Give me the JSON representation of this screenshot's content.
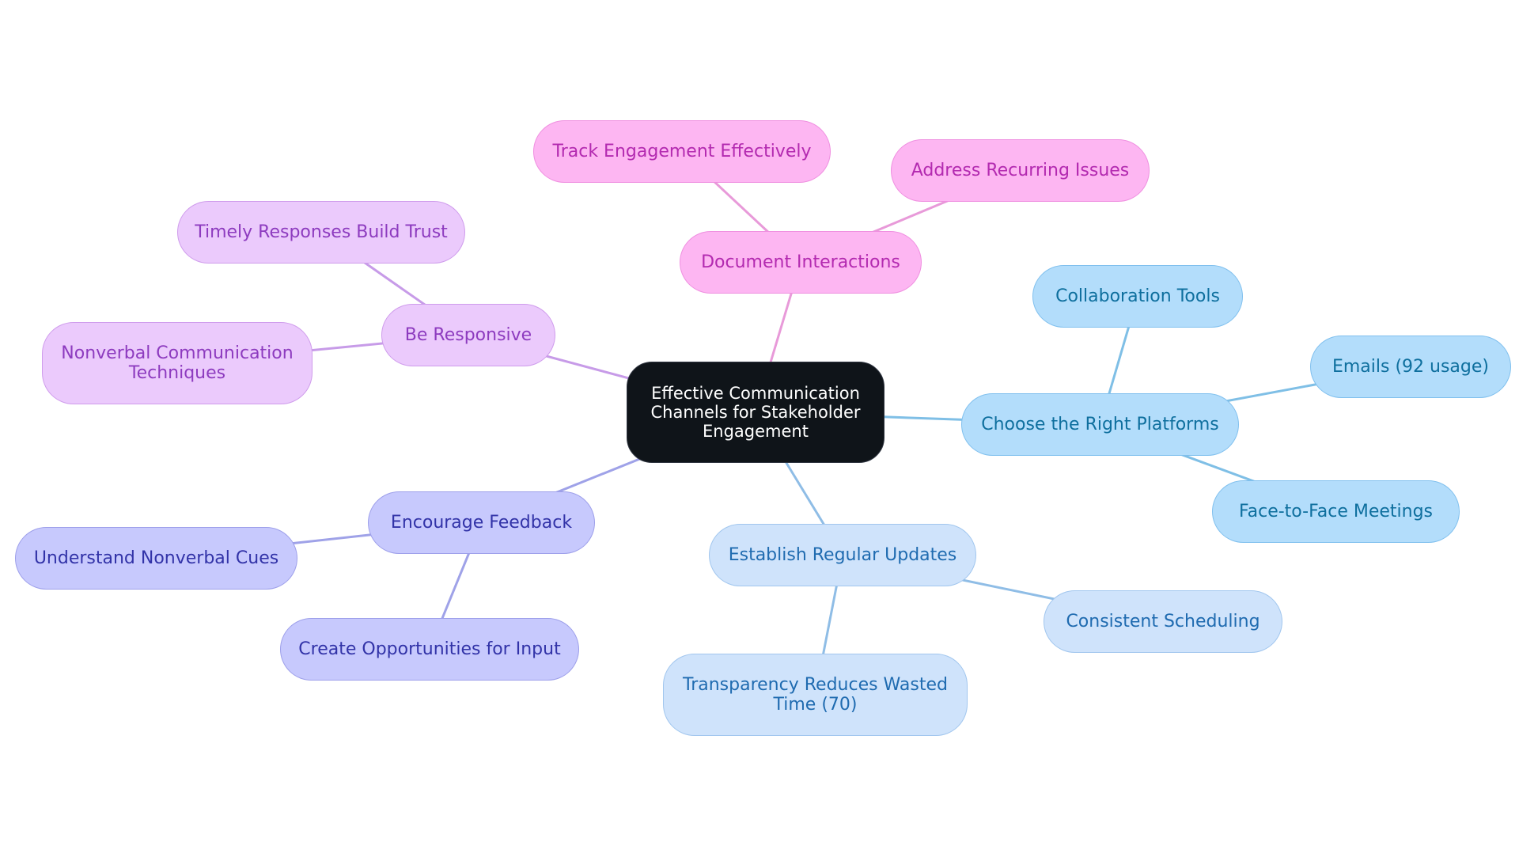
{
  "colors": {
    "background": "#ffffff",
    "root": {
      "fill": "#0f1419",
      "stroke": "#2f3540",
      "text": "#ffffff"
    },
    "pink": {
      "fill": "#fdb6f2",
      "stroke": "#ef8fe0",
      "text": "#b32ab0",
      "line": "#e89ad9"
    },
    "lilac": {
      "fill": "#ebcafc",
      "stroke": "#cf9cec",
      "text": "#8d3bbf",
      "line": "#c79be8"
    },
    "indigo": {
      "fill": "#c7c9fd",
      "stroke": "#9d9fea",
      "text": "#3233a8",
      "line": "#9fa2e8"
    },
    "sky": {
      "fill": "#b3ddfb",
      "stroke": "#80c0ee",
      "text": "#0e6f9e",
      "line": "#7fbfe6"
    },
    "pale": {
      "fill": "#cfe3fb",
      "stroke": "#a1c6ee",
      "text": "#1f6bb0",
      "line": "#8fbde6"
    }
  },
  "root": {
    "label": "Effective Communication Channels for Stakeholder Engagement"
  },
  "branches": [
    {
      "label": "Document Interactions",
      "color": "pink",
      "children": [
        "Track Engagement Effectively",
        "Address Recurring Issues"
      ]
    },
    {
      "label": "Be Responsive",
      "color": "lilac",
      "children": [
        "Timely Responses Build Trust",
        "Nonverbal Communication Techniques"
      ]
    },
    {
      "label": "Encourage Feedback",
      "color": "indigo",
      "children": [
        "Understand Nonverbal Cues",
        "Create Opportunities for Input"
      ]
    },
    {
      "label": "Choose the Right Platforms",
      "color": "sky",
      "children": [
        "Collaboration Tools",
        "Emails (92 usage)",
        "Face-to-Face Meetings"
      ]
    },
    {
      "label": "Establish Regular Updates",
      "color": "pale",
      "children": [
        "Consistent Scheduling",
        "Transparency Reduces Wasted Time (70)"
      ]
    }
  ]
}
